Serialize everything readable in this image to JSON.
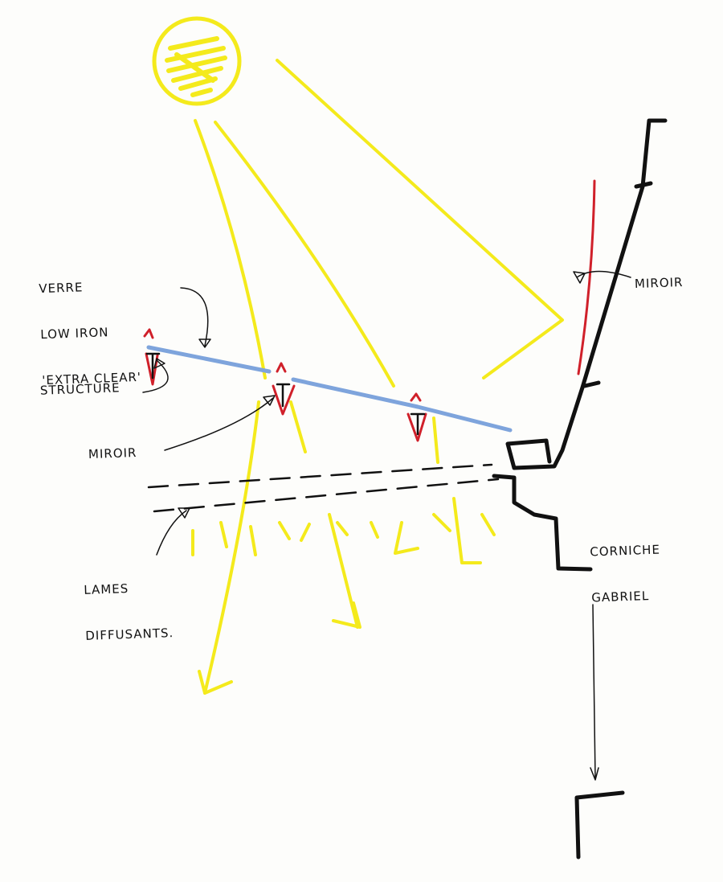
{
  "labels": {
    "glass": [
      "VERRE",
      "LOW IRON",
      "'EXTRA CLEAR'"
    ],
    "structure": "STRUCTURE",
    "mirror_beam": "MIROIR",
    "mirror_wall": "MIROIR",
    "diffusers": [
      "LAMES",
      "DIFFUSANTS."
    ],
    "cornice": [
      "CORNICHE",
      "GABRIEL"
    ]
  },
  "colors": {
    "sunlight": "#f4ea1c",
    "glass": "#7ea4dc",
    "mirror": "#d0202a",
    "ink": "#111111"
  }
}
